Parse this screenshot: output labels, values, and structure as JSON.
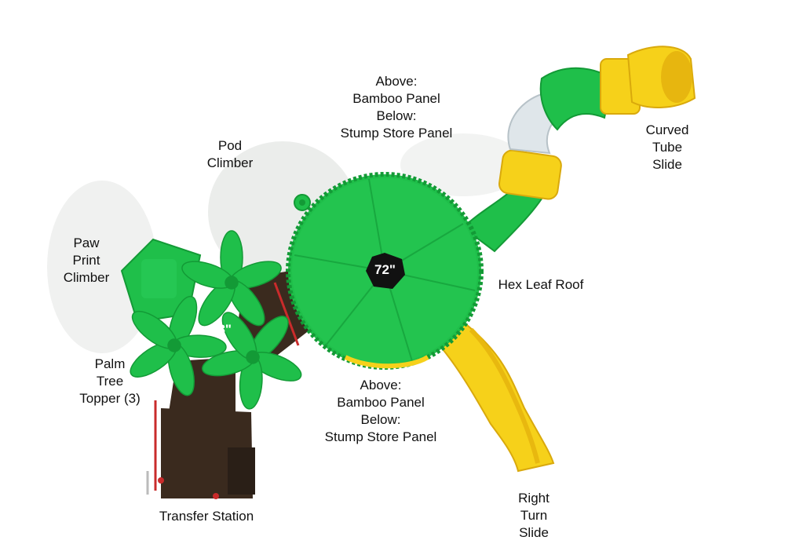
{
  "labels": {
    "above_top": [
      "Above:",
      "Bamboo Panel",
      "Below:",
      "Stump Store Panel"
    ],
    "pod_climber": [
      "Pod",
      "Climber"
    ],
    "curved_tube_slide": [
      "Curved",
      "Tube",
      "Slide"
    ],
    "paw_print_climber": [
      "Paw",
      "Print",
      "Climber"
    ],
    "hex_leaf_roof": "Hex Leaf Roof",
    "palm_tree_topper": [
      "Palm",
      "Tree",
      "Topper (3)"
    ],
    "above_bottom": [
      "Above:",
      "Bamboo Panel",
      "Below:",
      "Stump Store Panel"
    ],
    "right_turn_slide": [
      "Right",
      "Turn",
      "Slide"
    ],
    "transfer_station": "Transfer Station"
  },
  "dimensions": {
    "roof_deck": "72\"",
    "palm_deck": "48\""
  },
  "colors": {
    "green": "#1fbf4a",
    "dark_green": "#139a36",
    "yellow": "#f6d11a",
    "dark_yellow": "#d9a90c",
    "deck": "#3a2a1e",
    "shadow": "#e4e6e4"
  }
}
